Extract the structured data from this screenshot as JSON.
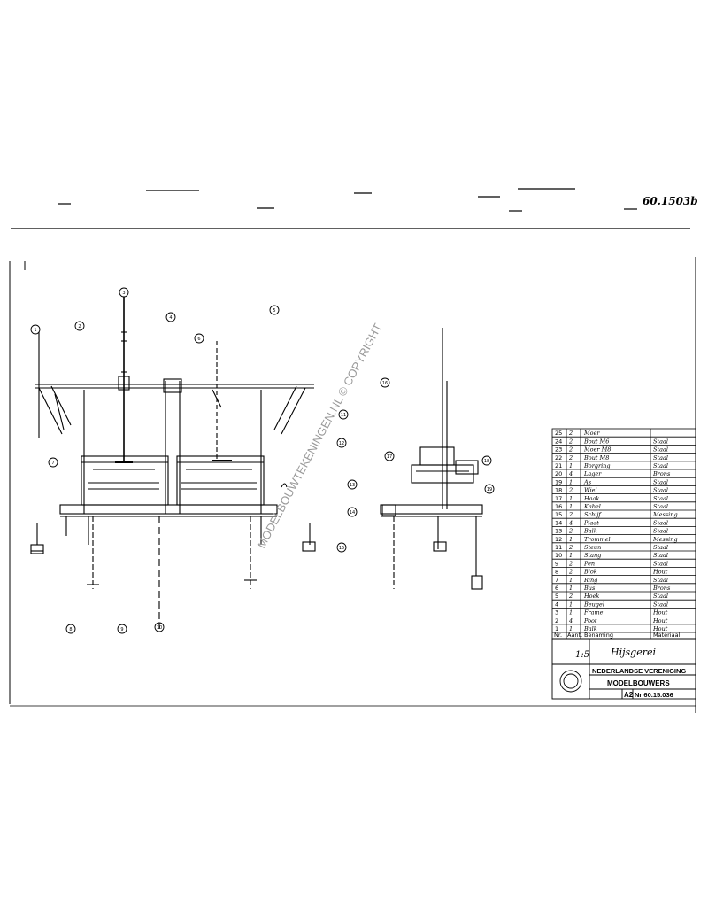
{
  "drawing_number": "60.1503b",
  "watermark": "MODELBOUWTEKENINGEN.NL © COPYRIGHT",
  "title_block": {
    "title": "Hijsgerei",
    "organisation_line1": "NEDERLANDSE VERENIGING",
    "organisation_line2": "MODELBOUWERS",
    "format": "A2",
    "number": "Nr 60.15.036",
    "scale": "1:5"
  },
  "parts_header": {
    "col_no": "Nr.",
    "col_qty": "Aant.",
    "col_name": "Benaming",
    "col_material": "Materiaal"
  },
  "parts_list": [
    {
      "no": "25",
      "qty": "2",
      "name": "Moer",
      "material": ""
    },
    {
      "no": "24",
      "qty": "2",
      "name": "Bout M6",
      "material": "Staal"
    },
    {
      "no": "23",
      "qty": "2",
      "name": "Moer M8",
      "material": "Staal"
    },
    {
      "no": "22",
      "qty": "2",
      "name": "Bout M8",
      "material": "Staal"
    },
    {
      "no": "21",
      "qty": "1",
      "name": "Borgring",
      "material": "Staal"
    },
    {
      "no": "20",
      "qty": "4",
      "name": "Lager",
      "material": "Brons"
    },
    {
      "no": "19",
      "qty": "1",
      "name": "As",
      "material": "Staal"
    },
    {
      "no": "18",
      "qty": "2",
      "name": "Wiel",
      "material": "Staal"
    },
    {
      "no": "17",
      "qty": "1",
      "name": "Haak",
      "material": "Staal"
    },
    {
      "no": "16",
      "qty": "1",
      "name": "Kabel",
      "material": "Staal"
    },
    {
      "no": "15",
      "qty": "2",
      "name": "Schijf",
      "material": "Messing"
    },
    {
      "no": "14",
      "qty": "4",
      "name": "Plaat",
      "material": "Staal"
    },
    {
      "no": "13",
      "qty": "2",
      "name": "Balk",
      "material": "Staal"
    },
    {
      "no": "12",
      "qty": "1",
      "name": "Trommel",
      "material": "Messing"
    },
    {
      "no": "11",
      "qty": "2",
      "name": "Steun",
      "material": "Staal"
    },
    {
      "no": "10",
      "qty": "1",
      "name": "Stang",
      "material": "Staal"
    },
    {
      "no": "9",
      "qty": "2",
      "name": "Pen",
      "material": "Staal"
    },
    {
      "no": "8",
      "qty": "2",
      "name": "Blok",
      "material": "Hout"
    },
    {
      "no": "7",
      "qty": "1",
      "name": "Ring",
      "material": "Staal"
    },
    {
      "no": "6",
      "qty": "1",
      "name": "Bus",
      "material": "Brons"
    },
    {
      "no": "5",
      "qty": "2",
      "name": "Hoek",
      "material": "Staal"
    },
    {
      "no": "4",
      "qty": "1",
      "name": "Beugel",
      "material": "Staal"
    },
    {
      "no": "3",
      "qty": "1",
      "name": "Frame",
      "material": "Hout"
    },
    {
      "no": "2",
      "qty": "4",
      "name": "Poot",
      "material": "Hout"
    },
    {
      "no": "1",
      "qty": "1",
      "name": "Balk",
      "material": "Hout"
    }
  ],
  "balloons": [
    "1",
    "2",
    "3",
    "4",
    "5",
    "6",
    "7",
    "8",
    "9",
    "10",
    "11",
    "12",
    "13",
    "14",
    "15",
    "16",
    "17",
    "18",
    "19"
  ]
}
